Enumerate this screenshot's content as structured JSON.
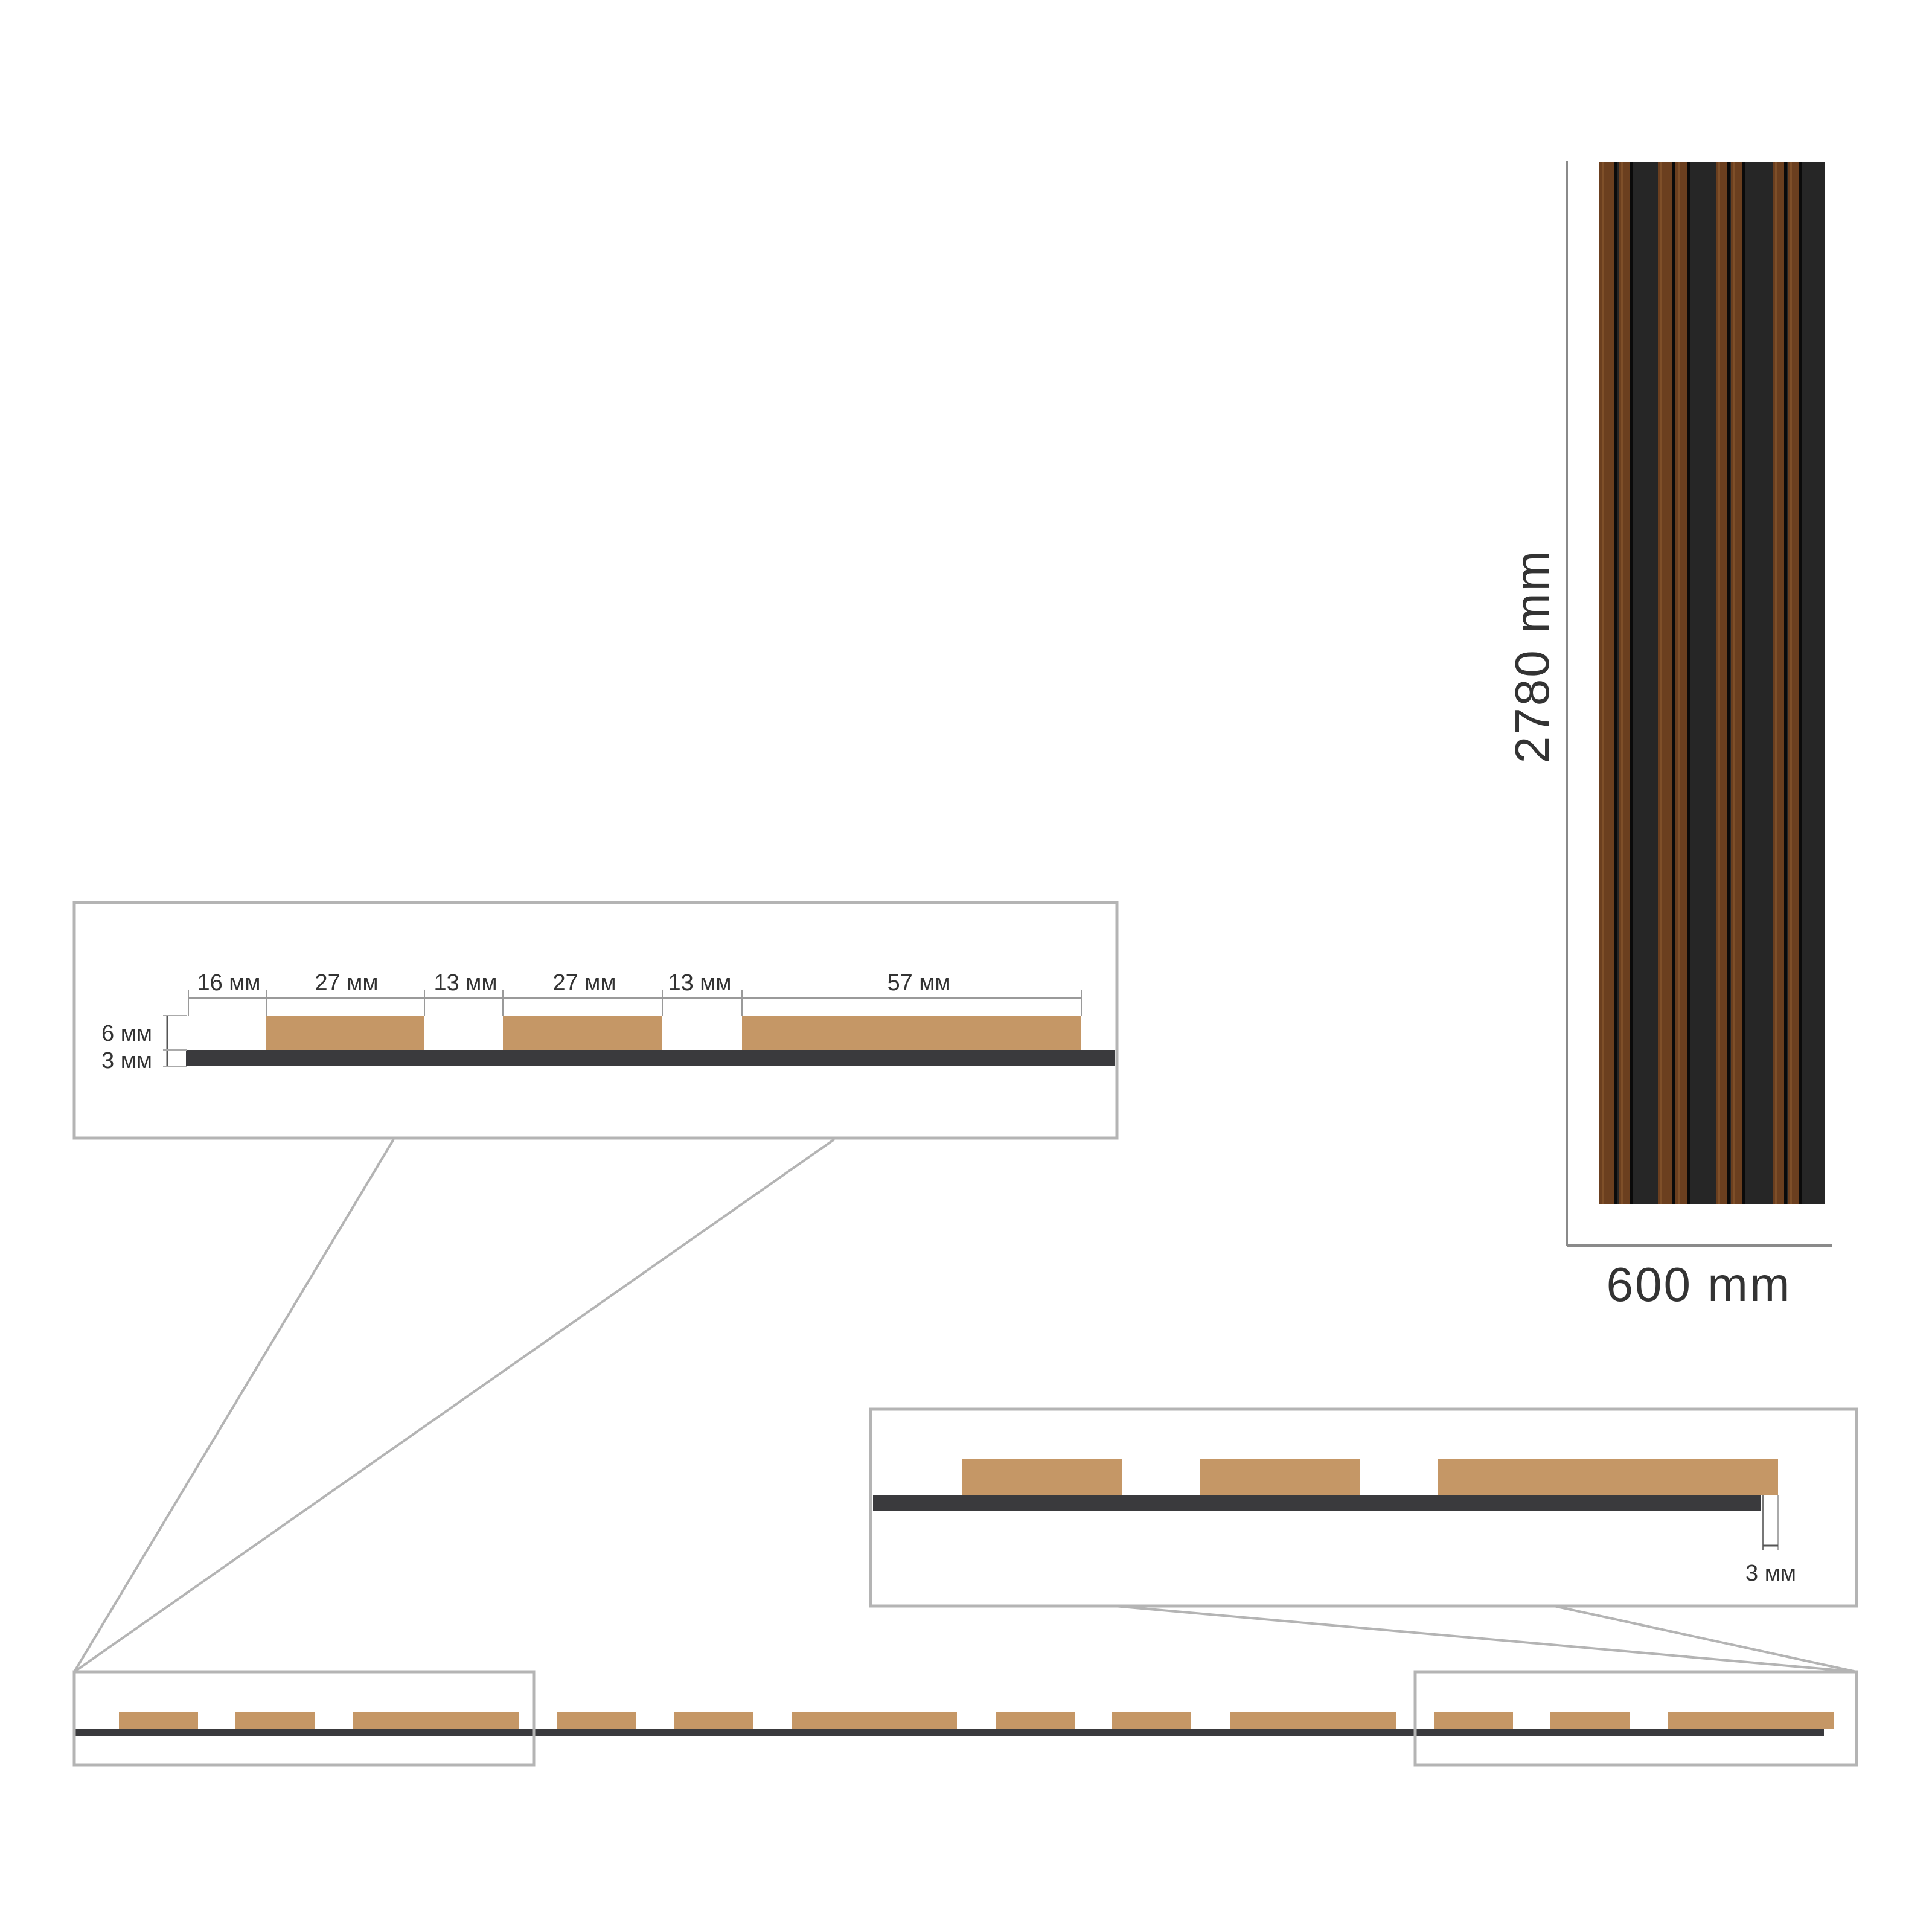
{
  "colors": {
    "wood_slat": "#c59766",
    "base_felt": "#3a3a3d",
    "frame": "#b4b4b4",
    "panel_dark": "#262626",
    "panel_wood": "#6b3f1f",
    "text": "#333333"
  },
  "panel": {
    "height_label": "2780 mm",
    "width_label": "600 mm"
  },
  "detail_top": {
    "width_labels": [
      "16 мм",
      "27 мм",
      "13 мм",
      "27 мм",
      "13 мм",
      "57 мм"
    ],
    "slat_height_label": "6 мм",
    "base_height_label": "3 мм"
  },
  "detail_right": {
    "offset_label": "3 мм"
  }
}
